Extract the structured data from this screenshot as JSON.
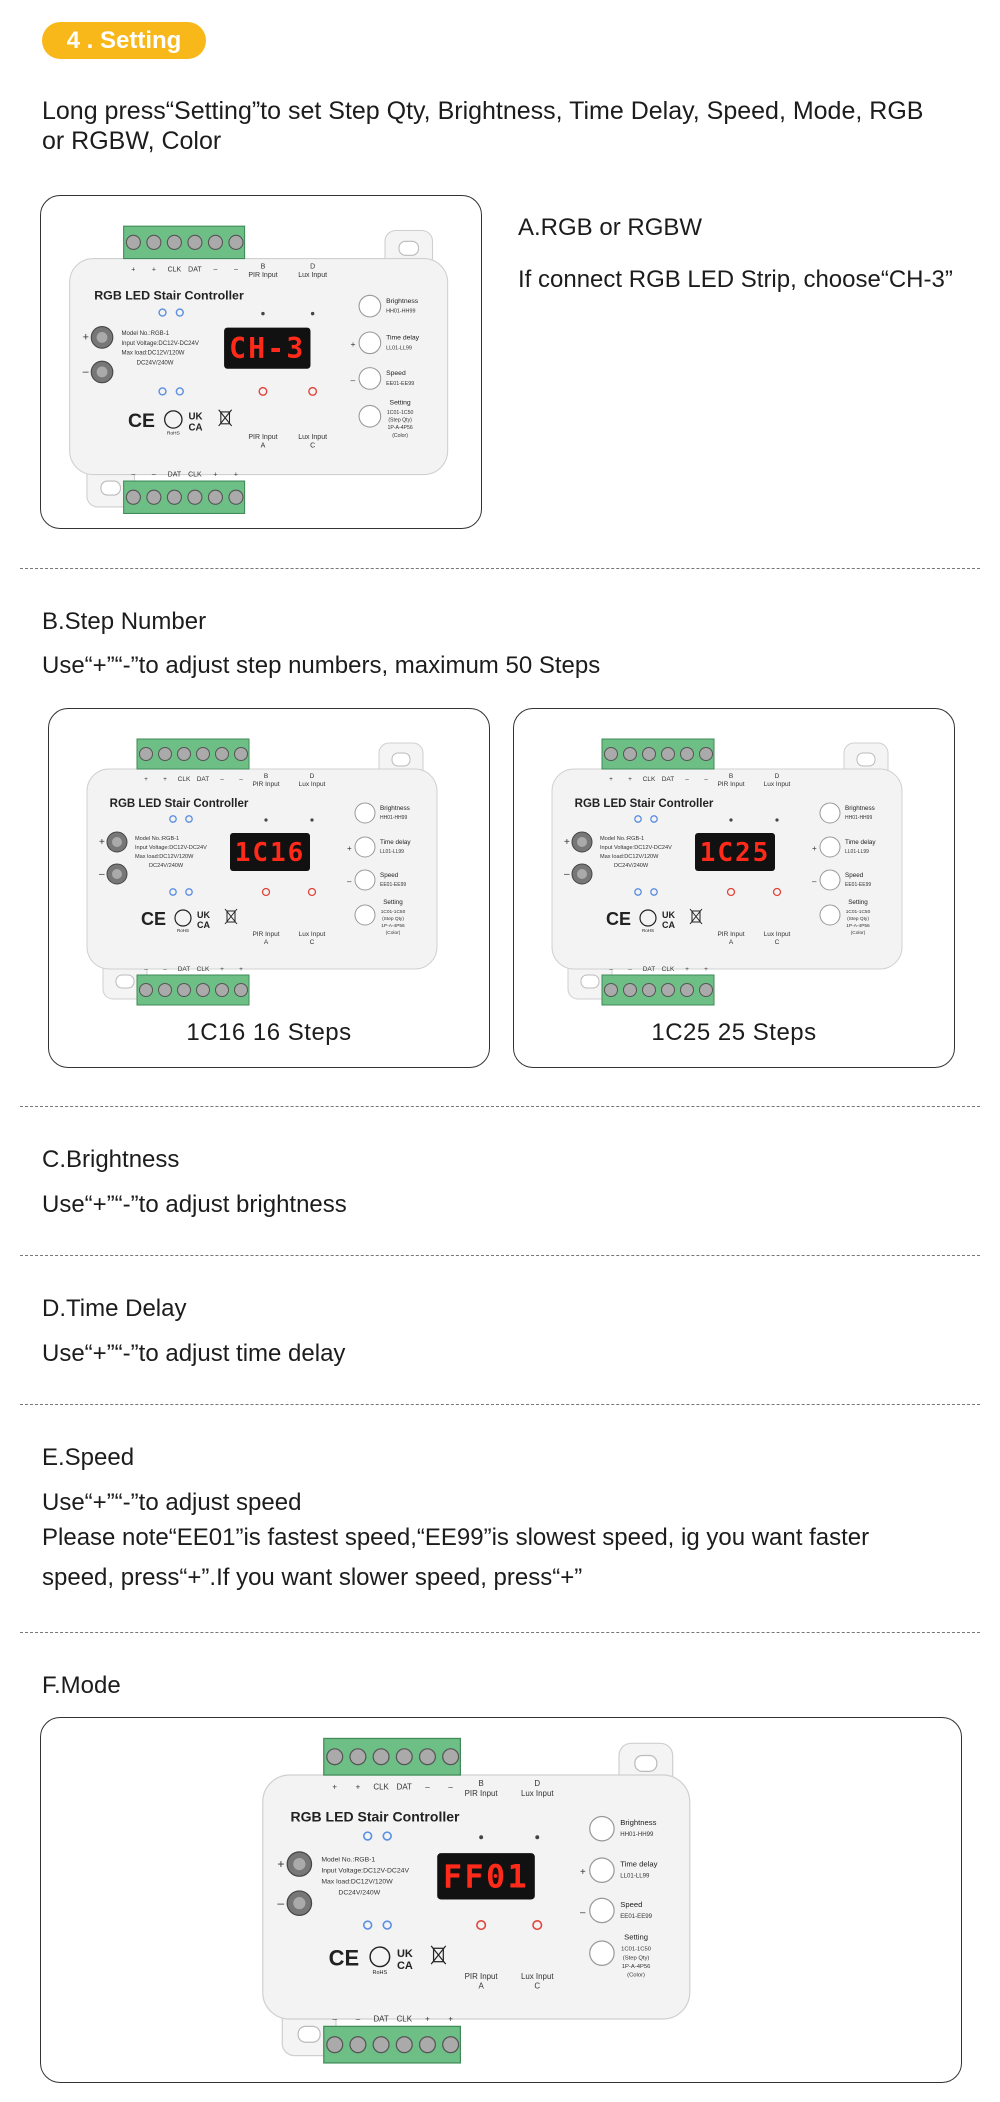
{
  "badge": "4 . Setting",
  "intro": "Long press“Setting”to set Step Qty, Brightness, Time Delay, Speed, Mode, RGB or RGBW, Color",
  "sectionA": {
    "title": "A.RGB or RGBW",
    "desc": "If connect RGB LED Strip, choose“CH-3”",
    "display": "CH-3"
  },
  "sectionB": {
    "title": "B.Step Number",
    "desc": "Use“+”“-”to adjust step numbers, maximum 50 Steps",
    "examples": [
      {
        "display": "1C16",
        "caption": "1C16 16 Steps"
      },
      {
        "display": "1C25",
        "caption": "1C25 25 Steps"
      }
    ]
  },
  "sectionC": {
    "title": "C.Brightness",
    "desc": "Use“+”“-”to adjust brightness"
  },
  "sectionD": {
    "title": "D.Time Delay",
    "desc": "Use“+”“-”to adjust time delay"
  },
  "sectionE": {
    "title": "E.Speed",
    "desc": "Use“+”“-”to adjust speed",
    "note_line1": "Please note“EE01”is fastest speed,“EE99”is slowest speed, ig you want faster",
    "note_line2": "speed, press“+”.If you want slower speed, press“+”"
  },
  "sectionF": {
    "title": "F.Mode",
    "display": "FF01"
  },
  "controller": {
    "name": "RGB LED Stair Controller",
    "model": "Model No.:RGB-1",
    "input_voltage": "Input Voltage:DC12V-DC24V",
    "max_load_1": "Max load:DC12V/120W",
    "max_load_2": "DC24V/240W",
    "top_terminals": [
      "+",
      "+",
      "CLK",
      "DAT",
      "–",
      "–"
    ],
    "bottom_terminals": [
      "–",
      "–",
      "DAT",
      "CLK",
      "+",
      "+"
    ],
    "b_label": "B",
    "pir_input": "PIR Input",
    "d_label": "D",
    "lux_input": "Lux Input",
    "a_label": "A",
    "c_label": "C",
    "btn_brightness": "Brightness",
    "btn_brightness_range": "HH01-HH99",
    "btn_time_delay": "Time delay",
    "btn_time_delay_range": "LL01-LL99",
    "btn_speed": "Speed",
    "btn_speed_range": "EE01-EE99",
    "btn_setting": "Setting",
    "btn_setting_l1": "1C01-1C50",
    "btn_setting_l2": "(Step Qty)",
    "btn_setting_l3": "1P-A-4P56",
    "btn_setting_l4": "(Color)",
    "plus": "+",
    "minus": "–",
    "cert_ce": "CE",
    "cert_rohs": "RoHS",
    "cert_uk": "UK",
    "cert_ca": "CA",
    "colors": {
      "display_red": "#ff2a1a",
      "terminal_green": "#6dbf86",
      "badge_yellow": "#f9b81a"
    }
  }
}
